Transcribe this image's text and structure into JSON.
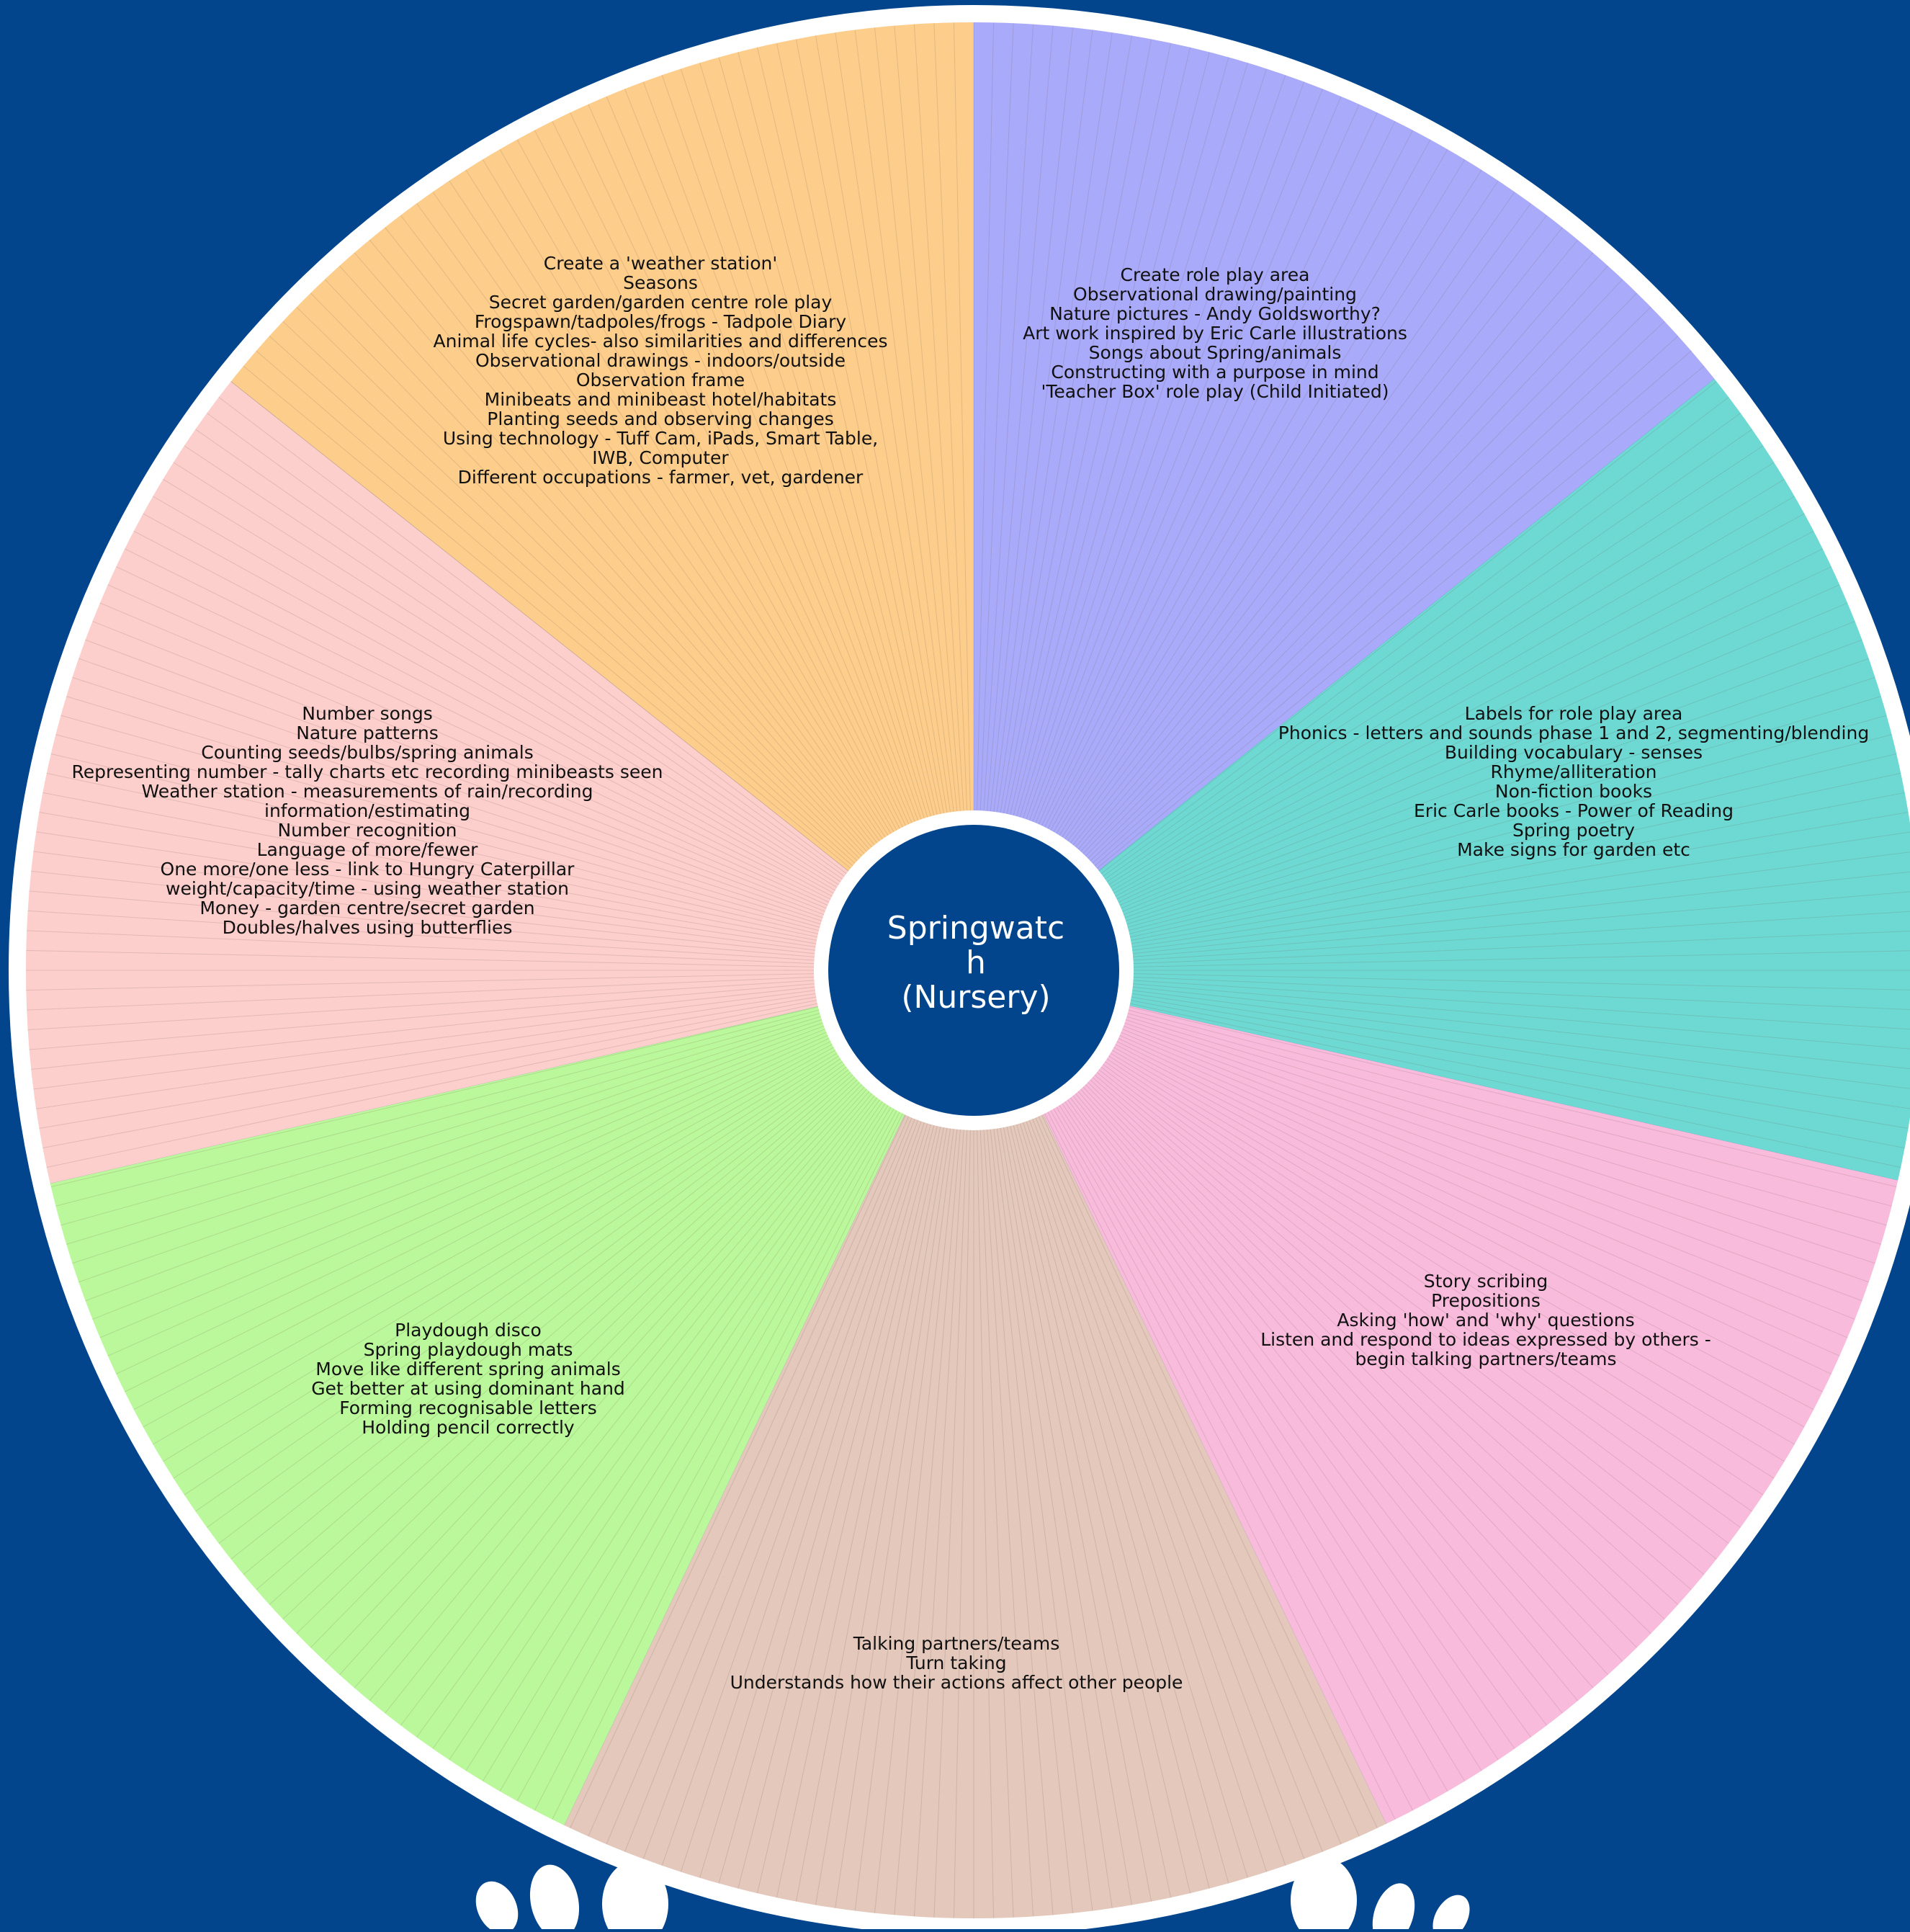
{
  "title_line1": "Springwatc",
  "title_line2": "h",
  "title_line3": "(Nursery)",
  "colors": {
    "background": "#02458d",
    "ring": "#ffffff",
    "hub": "#02458d",
    "hub_text": "#ffffff"
  },
  "segments": [
    {
      "id": "expressive-arts",
      "color": "#aaaafa",
      "lines": [
        "Create role play area",
        "Observational drawing/painting",
        "Nature pictures - Andy Goldsworthy?",
        "Art work inspired by Eric Carle illustrations",
        "Songs about Spring/animals",
        "Constructing with a purpose in mind",
        "'Teacher Box' role play (Child Initiated)"
      ]
    },
    {
      "id": "literacy",
      "color": "#6ed9d3",
      "lines": [
        "Labels for role play area",
        "Phonics - letters and sounds phase 1 and 2, segmenting/blending",
        "Building vocabulary - senses",
        "Rhyme/alliteration",
        "Non-fiction books",
        "Eric Carle books - Power of Reading",
        "Spring poetry",
        "Make signs for garden etc"
      ]
    },
    {
      "id": "communication-language",
      "color": "#f9bbdc",
      "lines": [
        "Story scribing",
        "Prepositions",
        "Asking 'how' and 'why' questions",
        "Listen and respond to ideas expressed by others -",
        "begin talking partners/teams"
      ]
    },
    {
      "id": "pshe",
      "color": "#e3c8bb",
      "lines": [
        "Talking partners/teams",
        "Turn taking",
        "Understands how their actions affect other people"
      ]
    },
    {
      "id": "physical-development",
      "color": "#bbf89b",
      "lines": [
        "Playdough disco",
        "Spring playdough mats",
        "Move like different spring animals",
        "Get better at using dominant hand",
        "Forming recognisable letters",
        "Holding pencil correctly"
      ]
    },
    {
      "id": "mathematics",
      "color": "#fccecc",
      "lines": [
        "Number songs",
        "Nature patterns",
        "Counting seeds/bulbs/spring animals",
        "Representing number - tally charts etc recording minibeasts seen",
        "Weather station - measurements of rain/recording",
        "information/estimating",
        "Number recognition",
        "Language of more/fewer",
        "One more/one less - link to Hungry Caterpillar",
        "weight/capacity/time - using weather station",
        "Money - garden centre/secret garden",
        "Doubles/halves using butterflies"
      ]
    },
    {
      "id": "understanding-world",
      "color": "#fdcd8c",
      "lines": [
        "Create a 'weather station'",
        "Seasons",
        "Secret garden/garden centre role play",
        "Frogspawn/tadpoles/frogs - Tadpole Diary",
        "Animal life cycles- also similarities and differences",
        "Observational drawings - indoors/outside",
        "Observation frame",
        "Minibeats and minibeast hotel/habitats",
        "Planting seeds and observing changes",
        "Using technology - Tuff Cam, iPads, Smart Table,",
        "IWB, Computer",
        "Different occupations - farmer, vet, gardener"
      ]
    }
  ]
}
